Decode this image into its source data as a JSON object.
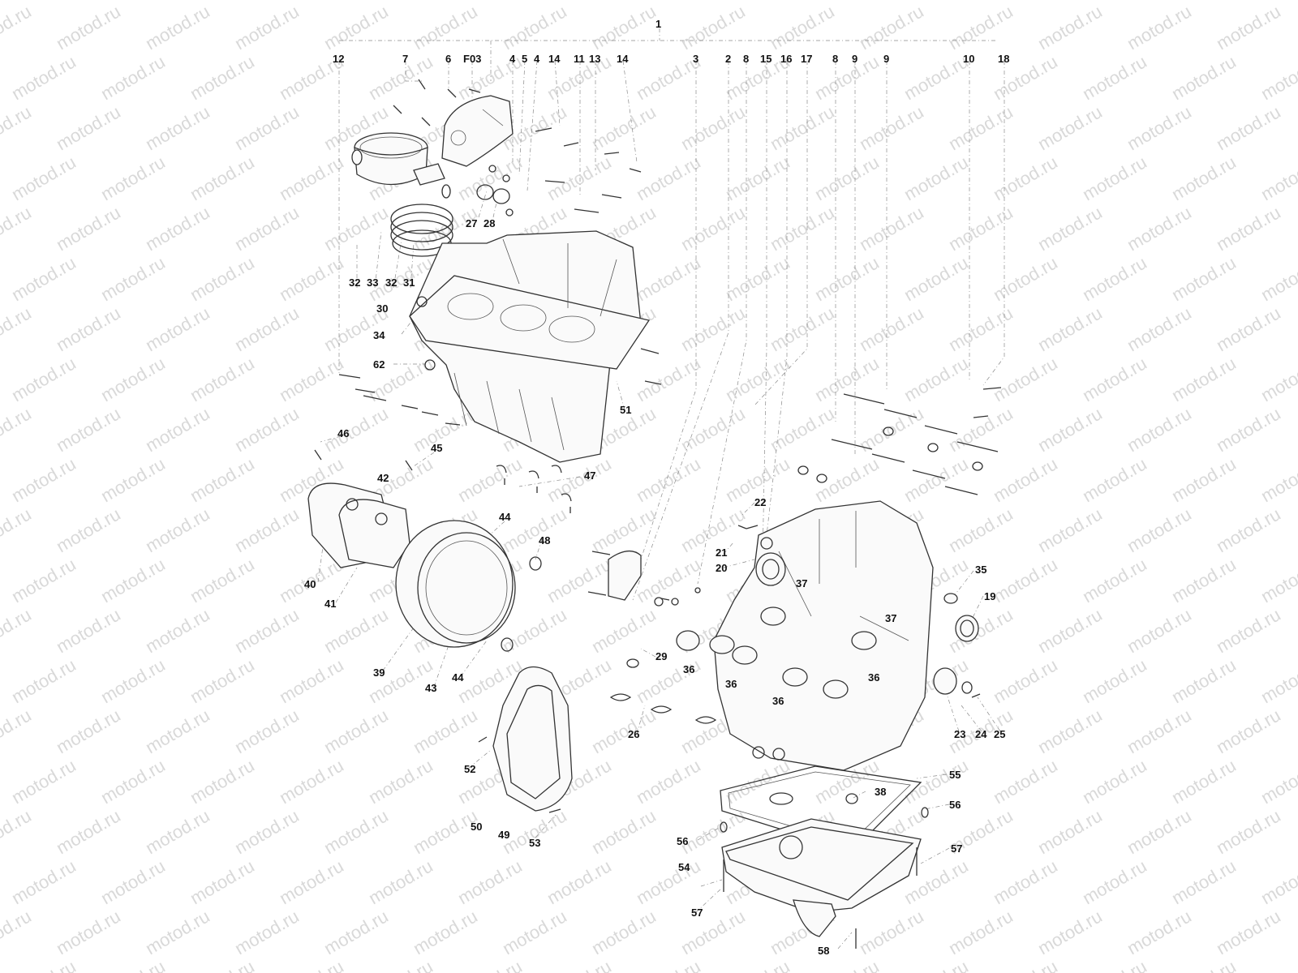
{
  "watermark": "motod.ru",
  "callouts": [
    {
      "key": "c1",
      "text": "1"
    },
    {
      "key": "c12",
      "text": "12"
    },
    {
      "key": "c7",
      "text": "7"
    },
    {
      "key": "c6",
      "text": "6"
    },
    {
      "key": "cF03",
      "text": "F03"
    },
    {
      "key": "c4a",
      "text": "4"
    },
    {
      "key": "c5",
      "text": "5"
    },
    {
      "key": "c4b",
      "text": "4"
    },
    {
      "key": "c14a",
      "text": "14"
    },
    {
      "key": "c11",
      "text": "11"
    },
    {
      "key": "c13",
      "text": "13"
    },
    {
      "key": "c14b",
      "text": "14"
    },
    {
      "key": "c3",
      "text": "3"
    },
    {
      "key": "c2",
      "text": "2"
    },
    {
      "key": "c8a",
      "text": "8"
    },
    {
      "key": "c15",
      "text": "15"
    },
    {
      "key": "c16",
      "text": "16"
    },
    {
      "key": "c17",
      "text": "17"
    },
    {
      "key": "c8b",
      "text": "8"
    },
    {
      "key": "c9a",
      "text": "9"
    },
    {
      "key": "c9b",
      "text": "9"
    },
    {
      "key": "c10",
      "text": "10"
    },
    {
      "key": "c18",
      "text": "18"
    },
    {
      "key": "c27",
      "text": "27"
    },
    {
      "key": "c28",
      "text": "28"
    },
    {
      "key": "c32a",
      "text": "32"
    },
    {
      "key": "c33",
      "text": "33"
    },
    {
      "key": "c32b",
      "text": "32"
    },
    {
      "key": "c31",
      "text": "31"
    },
    {
      "key": "c30",
      "text": "30"
    },
    {
      "key": "c34",
      "text": "34"
    },
    {
      "key": "c62",
      "text": "62"
    },
    {
      "key": "c51",
      "text": "51"
    },
    {
      "key": "c46",
      "text": "46"
    },
    {
      "key": "c45",
      "text": "45"
    },
    {
      "key": "c42",
      "text": "42"
    },
    {
      "key": "c47",
      "text": "47"
    },
    {
      "key": "c44a",
      "text": "44"
    },
    {
      "key": "c48",
      "text": "48"
    },
    {
      "key": "c40",
      "text": "40"
    },
    {
      "key": "c41",
      "text": "41"
    },
    {
      "key": "c39",
      "text": "39"
    },
    {
      "key": "c43",
      "text": "43"
    },
    {
      "key": "c44b",
      "text": "44"
    },
    {
      "key": "c22",
      "text": "22"
    },
    {
      "key": "c21",
      "text": "21"
    },
    {
      "key": "c20",
      "text": "20"
    },
    {
      "key": "c37a",
      "text": "37"
    },
    {
      "key": "c37b",
      "text": "37"
    },
    {
      "key": "c35",
      "text": "35"
    },
    {
      "key": "c19",
      "text": "19"
    },
    {
      "key": "c29",
      "text": "29"
    },
    {
      "key": "c36a",
      "text": "36"
    },
    {
      "key": "c36b",
      "text": "36"
    },
    {
      "key": "c36c",
      "text": "36"
    },
    {
      "key": "c36d",
      "text": "36"
    },
    {
      "key": "c26",
      "text": "26"
    },
    {
      "key": "c23",
      "text": "23"
    },
    {
      "key": "c24",
      "text": "24"
    },
    {
      "key": "c25",
      "text": "25"
    },
    {
      "key": "c52",
      "text": "52"
    },
    {
      "key": "c50",
      "text": "50"
    },
    {
      "key": "c49",
      "text": "49"
    },
    {
      "key": "c53",
      "text": "53"
    },
    {
      "key": "c55",
      "text": "55"
    },
    {
      "key": "c38",
      "text": "38"
    },
    {
      "key": "c56a",
      "text": "56"
    },
    {
      "key": "c56b",
      "text": "56"
    },
    {
      "key": "c57a",
      "text": "57"
    },
    {
      "key": "c54",
      "text": "54"
    },
    {
      "key": "c57b",
      "text": "57"
    },
    {
      "key": "c58",
      "text": "58"
    }
  ]
}
